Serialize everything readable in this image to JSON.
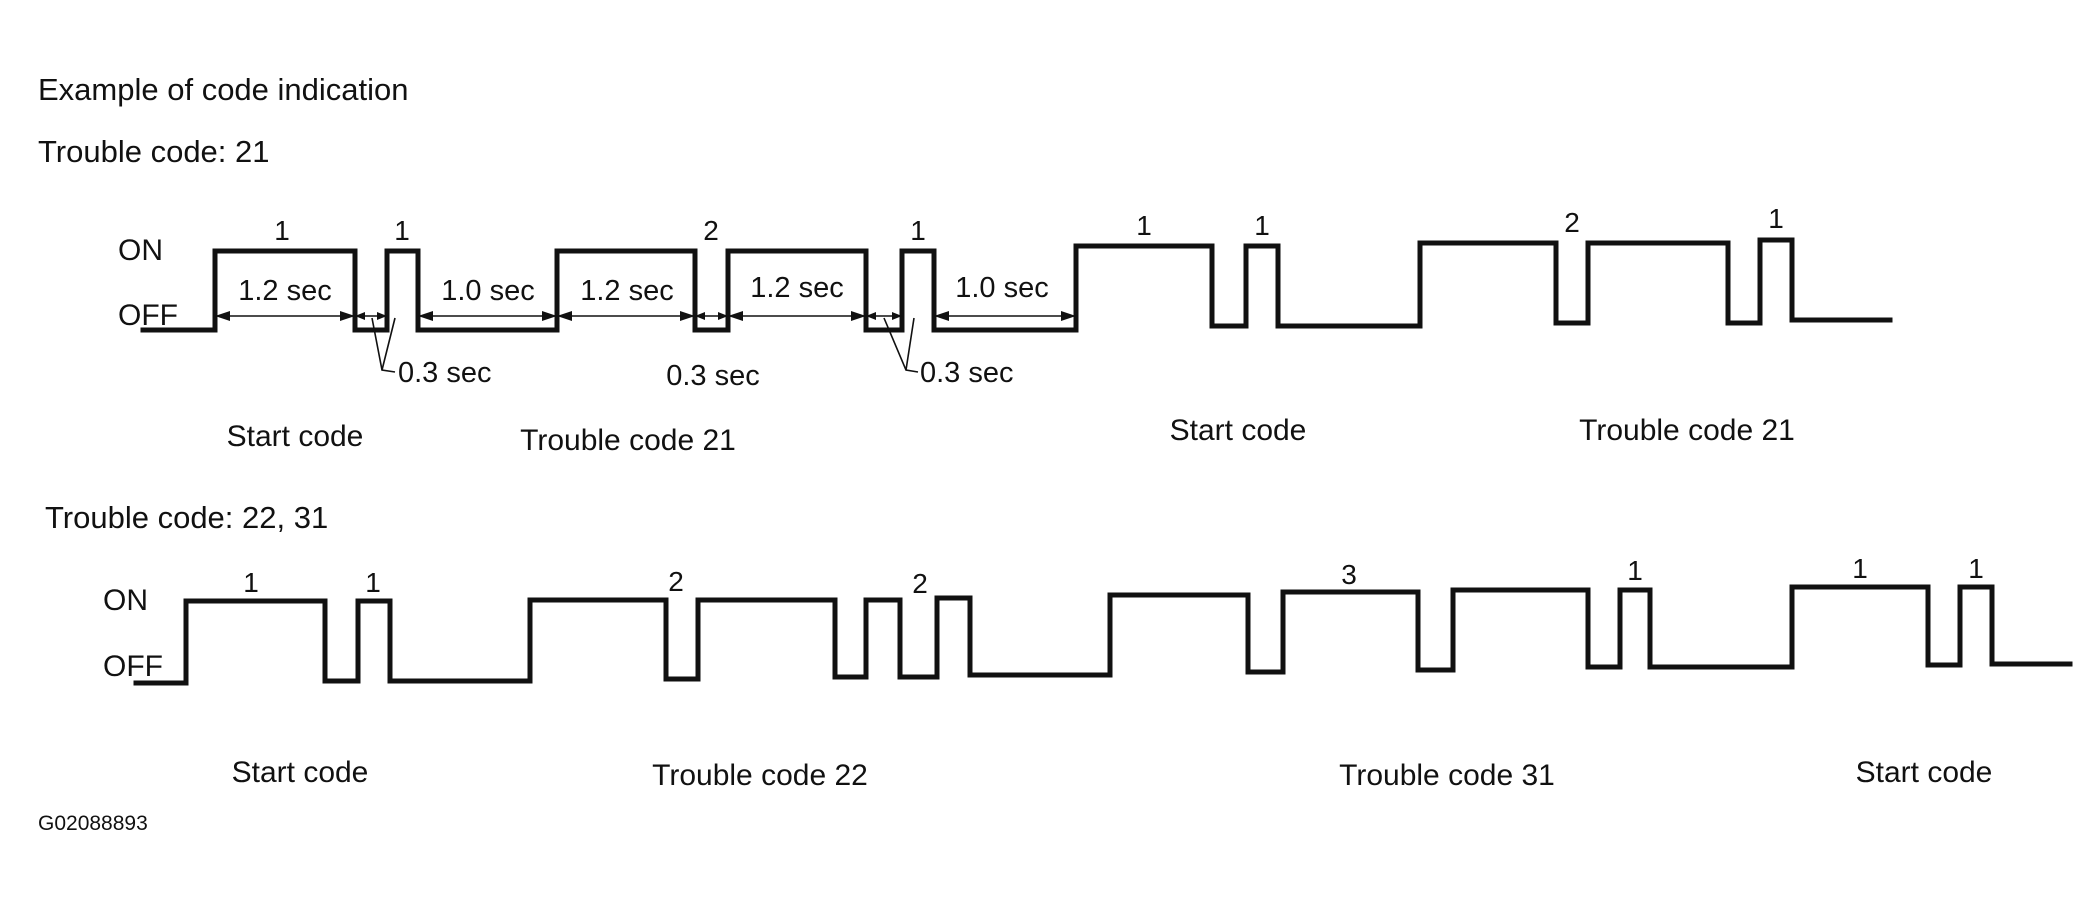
{
  "title": "Example of code indication",
  "figure_id": "G02088893",
  "level_labels": {
    "on": "ON",
    "off": "OFF"
  },
  "diagrams": [
    {
      "heading": "Trouble code: 21",
      "sequence": [
        1,
        1,
        2,
        1,
        1,
        1,
        2,
        1
      ],
      "pulse_counts": [
        "1",
        "1",
        "2",
        "1",
        "1",
        "1",
        "2",
        "1"
      ],
      "timing": {
        "long_on": "1.2 sec",
        "short_off": "0.3 sec",
        "group_gap": "1.0 sec"
      },
      "groups": [
        "Start code",
        "Trouble code 21",
        "Start code",
        "Trouble code 21"
      ]
    },
    {
      "heading": "Trouble code: 22, 31",
      "sequence": [
        1,
        1,
        2,
        2,
        3,
        1,
        1,
        1
      ],
      "pulse_counts": [
        "1",
        "1",
        "2",
        "2",
        "3",
        "1",
        "1",
        "1"
      ],
      "groups": [
        "Start code",
        "Trouble code 22",
        "Trouble code 31",
        "Start code"
      ]
    }
  ]
}
